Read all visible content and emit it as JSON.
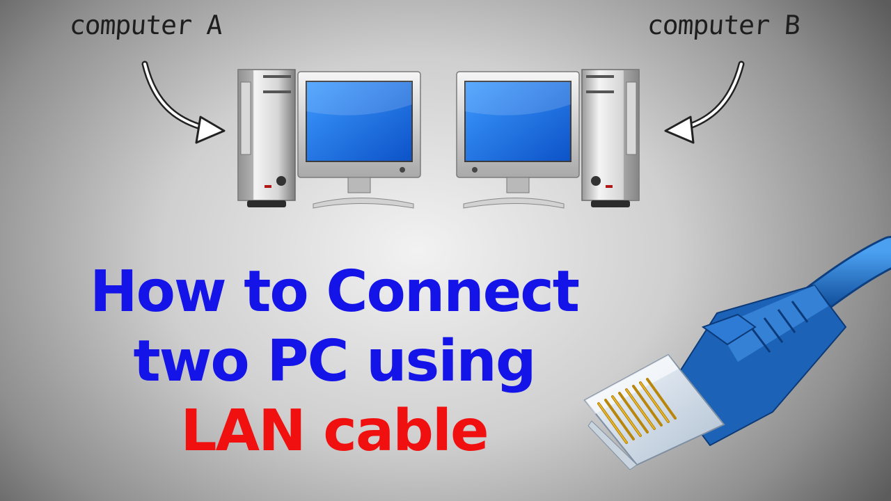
{
  "labels": {
    "computer_a": "computer A",
    "computer_b": "computer B"
  },
  "title": {
    "line1": "How to Connect",
    "line2": "two PC using",
    "line3": "LAN cable"
  },
  "icons": {
    "computer_left": "desktop-computer-icon",
    "computer_right": "desktop-computer-icon",
    "arrow_left": "curved-arrow-icon",
    "arrow_right": "curved-arrow-icon",
    "cable": "ethernet-cable-icon"
  },
  "colors": {
    "title_blue": "#1414e8",
    "title_red": "#f01010",
    "screen_blue": "#1a6fe0",
    "cable_blue": "#1f6fc4"
  }
}
